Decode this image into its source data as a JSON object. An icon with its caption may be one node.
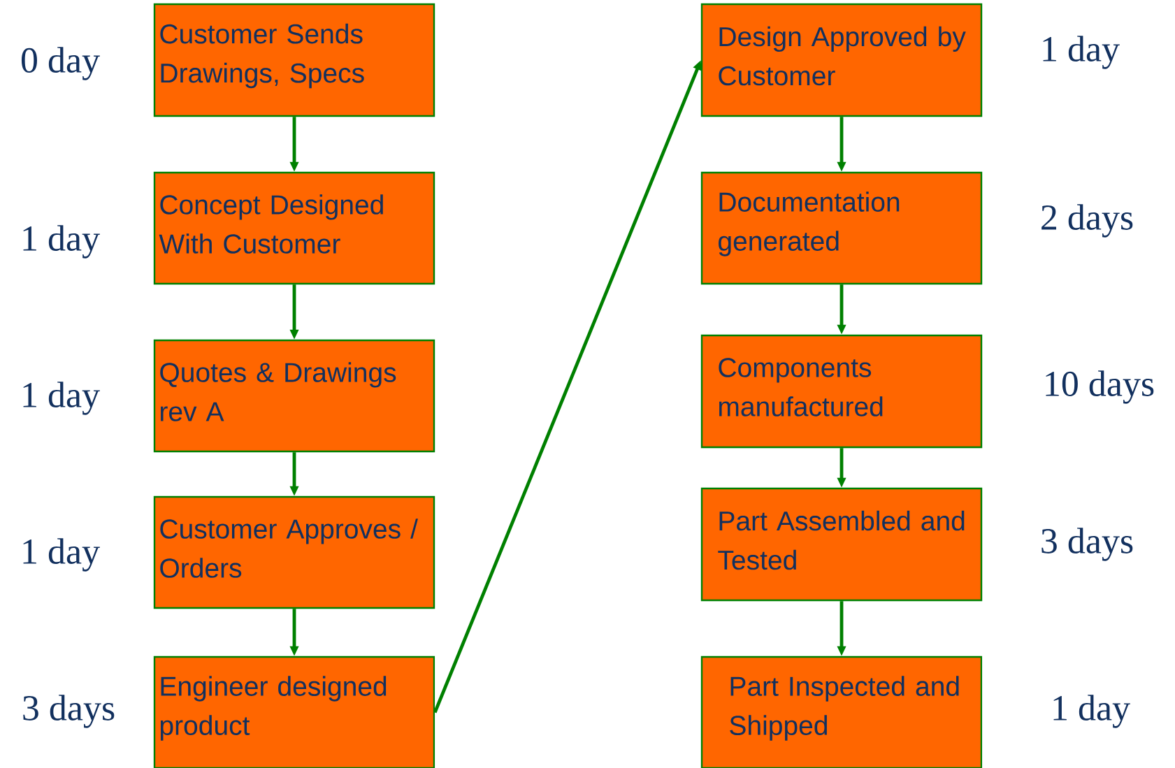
{
  "diagram": {
    "nodes": [
      {
        "text": [
          "Customer Sends Drawings, Specs"
        ],
        "beside": [
          "0 day"
        ]
      },
      {
        "text": [
          "Concept Designed With Customer"
        ],
        "beside": [
          "1 day"
        ]
      },
      {
        "text": [
          "Quotes & Drawings rev A"
        ],
        "beside": [
          "1 day"
        ]
      },
      {
        "text": [
          "Customer Approves / Orders"
        ],
        "beside": [
          "1 day"
        ]
      },
      {
        "text": [
          "Engineer designed product"
        ],
        "beside": [
          "3 days"
        ]
      },
      {
        "text": [
          "Design Approved by Customer"
        ],
        "beside": [
          "1 day"
        ]
      },
      {
        "text": [
          "Documentation generated"
        ],
        "beside": [
          "2 days"
        ]
      },
      {
        "text": [
          "Components manufactured"
        ],
        "beside": [
          "10 days"
        ]
      },
      {
        "text": [
          "Part Assembled and Tested"
        ],
        "beside": [
          "3 days"
        ]
      },
      {
        "text": [
          "Part Inspected and Shipped"
        ],
        "beside": [
          "1 day"
        ]
      }
    ],
    "edges": [
      {
        "from": 0,
        "to": 1,
        "arrow": "to"
      },
      {
        "from": 1,
        "to": 2,
        "arrow": "to"
      },
      {
        "from": 2,
        "to": 3,
        "arrow": "to"
      },
      {
        "from": 3,
        "to": 4,
        "arrow": "to"
      },
      {
        "from": 4,
        "to": 5,
        "arrow": "to"
      },
      {
        "from": 5,
        "to": 6,
        "arrow": "to"
      },
      {
        "from": 6,
        "to": 7,
        "arrow": "to"
      },
      {
        "from": 7,
        "to": 8,
        "arrow": "to"
      },
      {
        "from": 8,
        "to": 9,
        "arrow": "to"
      }
    ]
  }
}
